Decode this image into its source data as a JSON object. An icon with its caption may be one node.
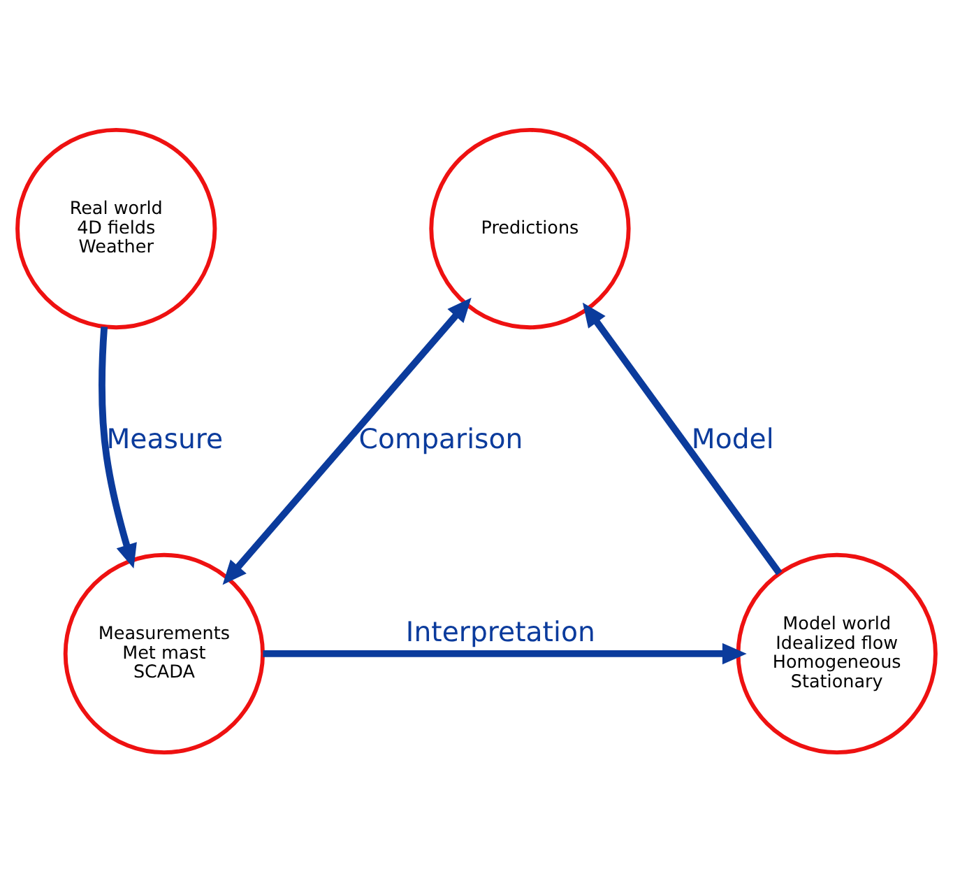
{
  "diagram": {
    "nodes": [
      {
        "text": [
          "Real world",
          "4D fields",
          "Weather"
        ]
      },
      {
        "text": [
          "Predictions"
        ]
      },
      {
        "text": [
          "Measurements",
          "Met mast",
          "SCADA"
        ]
      },
      {
        "text": [
          "Model world",
          "Idealized flow",
          "Homogeneous",
          "Stationary"
        ]
      }
    ],
    "edges": [
      {
        "from": 0,
        "to": 2,
        "arrow": "to",
        "label": "Measure"
      },
      {
        "from": 1,
        "to": 2,
        "arrow": "both",
        "label": "Comparison"
      },
      {
        "from": 2,
        "to": 3,
        "arrow": "to",
        "label": "Interpretation"
      },
      {
        "from": 3,
        "to": 1,
        "arrow": "to",
        "label": "Model"
      }
    ]
  }
}
